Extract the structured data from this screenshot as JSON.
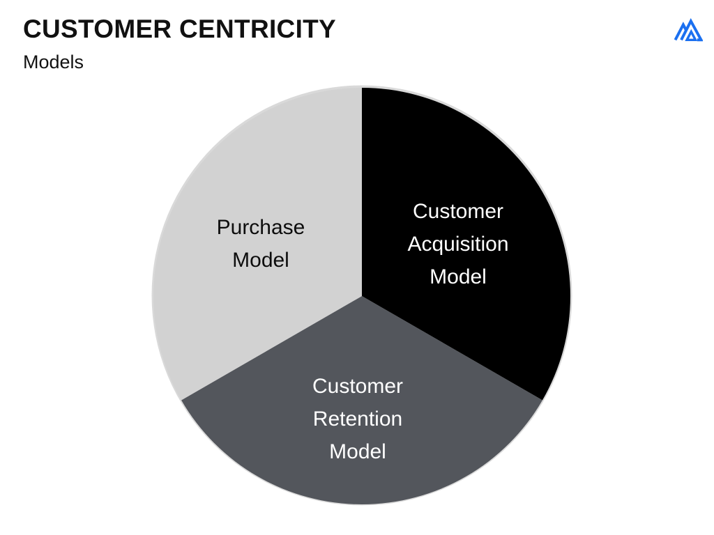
{
  "slide": {
    "title": "CUSTOMER CENTRICITY",
    "subtitle": "Models",
    "logo": "mountain-logo",
    "logo_color": "#1B70F0"
  },
  "chart_data": {
    "type": "pie",
    "title": "Customer Centricity Models",
    "legend": "none",
    "rotation": "slices start at 12 o'clock, clockwise",
    "slices": [
      {
        "label": "Customer Acquisition Model",
        "lines": [
          "Customer",
          "Acquisition",
          "Model"
        ],
        "value": 33.33,
        "start_angle_deg": 0,
        "end_angle_deg": 120,
        "color": "#000000",
        "text_color": "#FFFFFF"
      },
      {
        "label": "Customer Retention Model",
        "lines": [
          "Customer",
          "Retention",
          "Model"
        ],
        "value": 33.33,
        "start_angle_deg": 120,
        "end_angle_deg": 240,
        "color": "#53565C",
        "text_color": "#FFFFFF"
      },
      {
        "label": "Purchase Model",
        "lines": [
          "Purchase",
          "Model"
        ],
        "value": 33.33,
        "start_angle_deg": 240,
        "end_angle_deg": 360,
        "color": "#D2D2D2",
        "text_color": "#0D0D0D"
      }
    ],
    "shadow_rim_color": "#D9D9D9"
  }
}
